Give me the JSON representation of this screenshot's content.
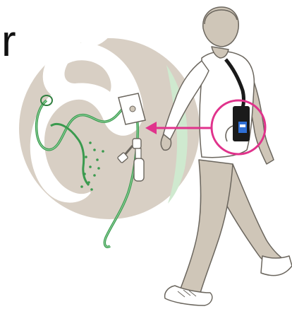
{
  "partial_text": "r",
  "icons": [
    "stomach-cutaway",
    "feeding-tube",
    "tube-connector",
    "pump-pouch",
    "walking-person",
    "magnify-circle",
    "indicator-arrow"
  ],
  "colors": {
    "background": "#ffffff",
    "circle_fill": "#d8cfc4",
    "stomach_fill": "#ffffff",
    "tube": "#3a9a4e",
    "tube_light": "#8fd19c",
    "skin": "#cfc6b8",
    "outline": "#6b665e",
    "highlight": "#e0338c",
    "pump": "#1a1a1a",
    "pump_screen": "#2f6fd6",
    "green_band": "#cfe9cf"
  }
}
